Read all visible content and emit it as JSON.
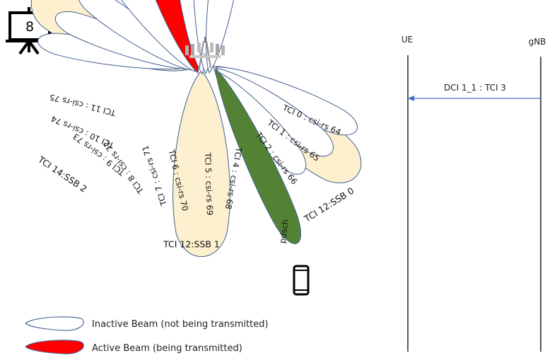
{
  "step_number": "8",
  "ssb_beams": [
    {
      "label": "TCI 14:SSB 2"
    },
    {
      "label": "TCI 12:SSB 1"
    },
    {
      "label": "TCI 12:SSB 0"
    }
  ],
  "csi_beams": [
    {
      "label": "TCI 11 : csi-rs 75",
      "active": false
    },
    {
      "label": "TCI 10 : csi-rs 74",
      "active": false
    },
    {
      "label": "TCI 9 : csi-rs 73",
      "active": false
    },
    {
      "label": "TCI 8 : csi-rs 72",
      "active": false
    },
    {
      "label": "TCI 7 : csi-rs 71",
      "active": true
    },
    {
      "label": "TCI 6 : csi-rs 70",
      "active": false
    },
    {
      "label": "TCI 5 : csi-rs 69",
      "active": false
    },
    {
      "label": "TCI 4 : csi-rs 68",
      "active": false
    },
    {
      "label": "TCI 0 : csi-rs 64",
      "active": false
    },
    {
      "label": "TCI 1 : csi-rs 65",
      "active": false
    },
    {
      "label": "TCI 2 : csi-rs 66",
      "active": false
    }
  ],
  "pdsch_label": "pdsch",
  "sequence": {
    "ue_label": "UE",
    "gnb_label": "gNB",
    "message": "DCI 1_1 : TCI 3"
  },
  "legend": {
    "inactive": "Inactive Beam (not being  transmitted)",
    "active": "Active Beam (being  transmitted)"
  },
  "colors": {
    "ssb_fill": "#fdf0cf",
    "beam_stroke": "#3f5f8f",
    "active_fill": "#ff0000",
    "pdsch_fill": "#548235",
    "arrow": "#4472c4"
  },
  "icons": [
    "projector-icon",
    "cell-tower-icon",
    "phone-icon"
  ]
}
